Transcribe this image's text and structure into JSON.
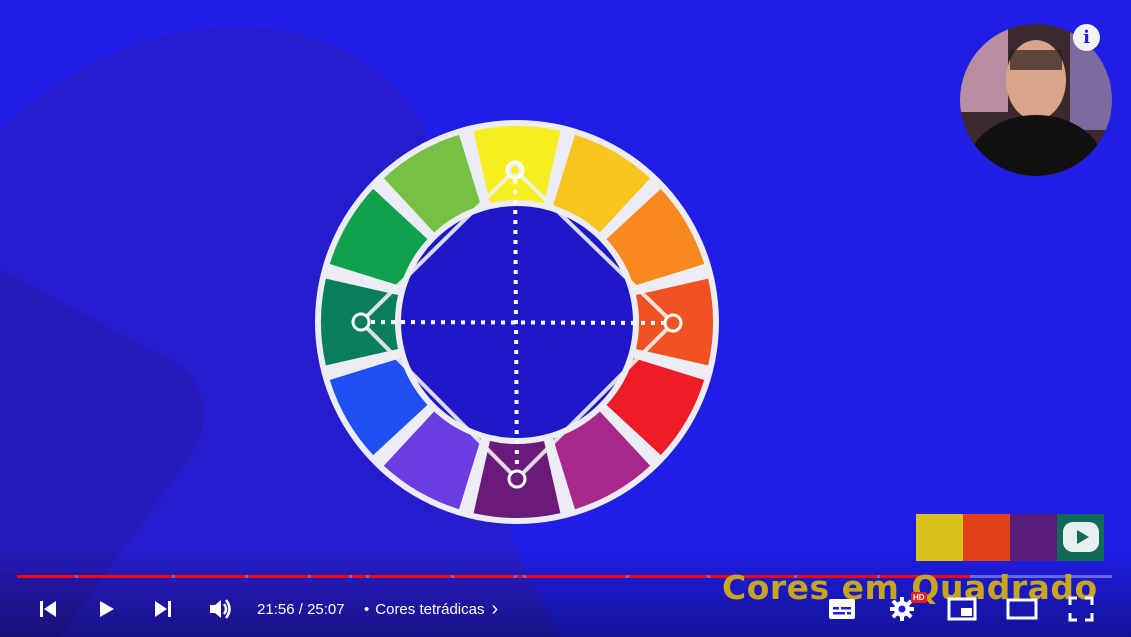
{
  "player": {
    "time_current": "21:56",
    "time_separator": " / ",
    "time_total": "25:07",
    "progress_fraction": 0.873,
    "chapter_title": "Cores tetrádicas",
    "chapter_dot": "•",
    "chapter_arrow": "›",
    "hd_badge": "HD"
  },
  "overlay": {
    "brand_text": "Cores em Quadrado",
    "info_label": "i",
    "swatches": [
      "#d9c11c",
      "#e0431a",
      "#5a1c7a",
      "#0f6b55"
    ]
  },
  "wheel_colors": [
    "#f6ee20",
    "#f8c51f",
    "#f7891f",
    "#f15222",
    "#ee1c24",
    "#a7288a",
    "#6a1b7a",
    "#6b3ce0",
    "#1f4ff0",
    "#0a7e5c",
    "#0fa14b",
    "#76c043"
  ],
  "icons": [
    "previous-icon",
    "play-icon",
    "next-icon",
    "volume-icon",
    "subtitles-icon",
    "settings-icon",
    "miniplayer-icon",
    "theater-icon",
    "fullscreen-icon",
    "info-icon",
    "facecam-play-icon"
  ]
}
